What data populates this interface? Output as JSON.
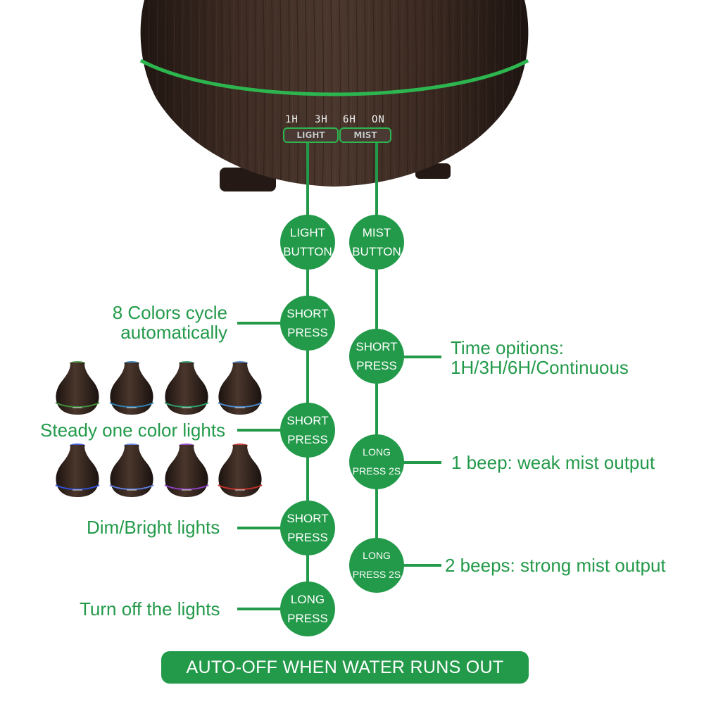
{
  "device": {
    "panel_labels": [
      "1H",
      "3H",
      "6H",
      "ON"
    ],
    "light_button_text": "LIGHT",
    "mist_button_text": "MIST"
  },
  "colors": {
    "accent_green": "#239a4a",
    "wood_dark": "#3b2a22",
    "ring_green": "#2db54f"
  },
  "light_flow": {
    "header": [
      "LIGHT",
      "BUTTON"
    ],
    "steps": [
      {
        "node": [
          "SHORT",
          "PRESS"
        ],
        "label": [
          "8 Colors cycle",
          "automatically"
        ]
      },
      {
        "node": [
          "SHORT",
          "PRESS"
        ],
        "label": [
          "Steady one color lights"
        ]
      },
      {
        "node": [
          "SHORT",
          "PRESS"
        ],
        "label": [
          "Dim/Bright lights"
        ]
      },
      {
        "node": [
          "LONG",
          "PRESS"
        ],
        "label": [
          "Turn off the lights"
        ]
      }
    ]
  },
  "mist_flow": {
    "header": [
      "MIST",
      "BUTTON"
    ],
    "steps": [
      {
        "node": [
          "SHORT",
          "PRESS"
        ],
        "label": [
          "Time opitions:",
          "1H/3H/6H/Continuous"
        ]
      },
      {
        "node": [
          "LONG",
          "PRESS 2S"
        ],
        "label": [
          "1 beep: weak mist output"
        ]
      },
      {
        "node": [
          "LONG",
          "PRESS 2S"
        ],
        "label": [
          "2 beeps: strong mist output"
        ]
      }
    ]
  },
  "light_colors": [
    "#3f8f3a",
    "#2f7fb0",
    "#2aa06a",
    "#4a86c8",
    "#2e4fd0",
    "#5a7ad8",
    "#8a3fc0",
    "#c0302a"
  ],
  "banner": "AUTO-OFF WHEN WATER RUNS OUT"
}
